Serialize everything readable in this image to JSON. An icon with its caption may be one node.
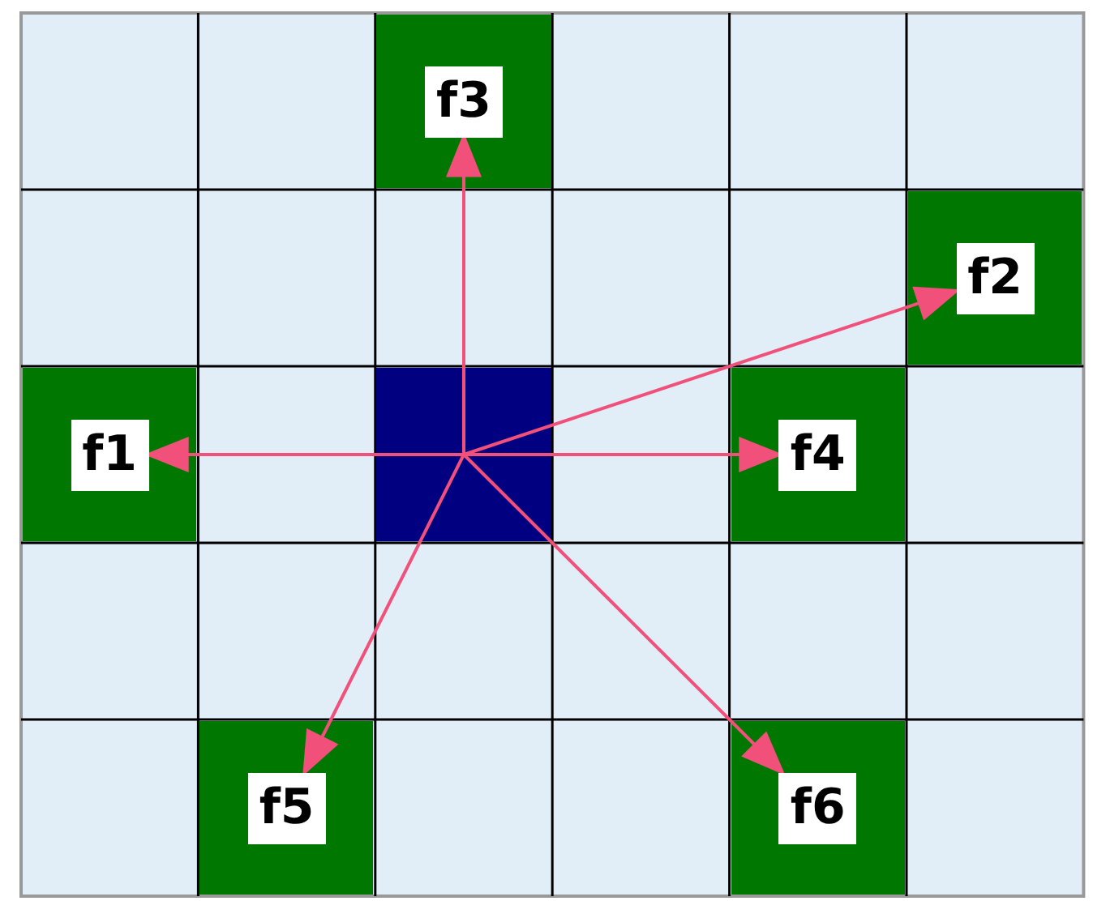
{
  "diagram": {
    "nodes": [
      {
        "text": [
          "f3"
        ]
      },
      {
        "text": [
          "f2"
        ]
      },
      {
        "text": [
          "f1"
        ]
      },
      {
        "text": [],
        "shape": "box"
      },
      {
        "text": [
          "f4"
        ]
      },
      {
        "text": [
          "f5"
        ]
      },
      {
        "text": [
          "f6"
        ]
      }
    ],
    "edges": [
      {
        "from": 3,
        "to": 2,
        "arrow": "to"
      },
      {
        "from": 3,
        "to": 1,
        "arrow": "to"
      },
      {
        "from": 3,
        "to": 0,
        "arrow": "to"
      },
      {
        "from": 3,
        "to": 4,
        "arrow": "to"
      },
      {
        "from": 3,
        "to": 5,
        "arrow": "to"
      },
      {
        "from": 3,
        "to": 6,
        "arrow": "to"
      }
    ]
  }
}
